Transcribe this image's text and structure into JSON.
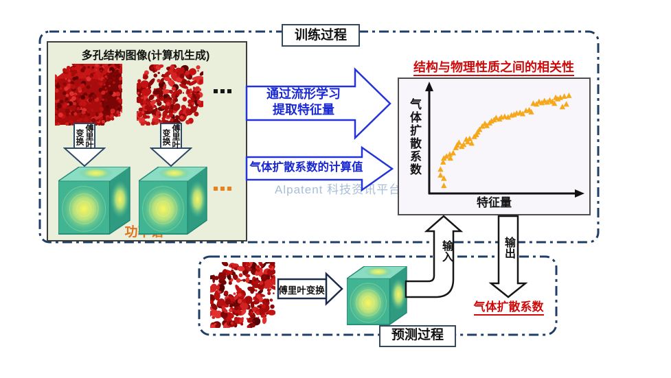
{
  "watermark": "Alpatent 科技资讯平台",
  "training": {
    "process_label": "训练过程",
    "panel_title": "多孔结构图像(计算机生成)",
    "fourier_col_right": "傅里叶",
    "fourier_col_left": "变换",
    "power_spectrum_label": "功率谱",
    "manifold_arrow_line1": "通过流形学习",
    "manifold_arrow_line2": "提取特征量",
    "diffusion_arrow_text": "气体扩散系数的计算值"
  },
  "prediction": {
    "process_label": "预测过程",
    "fourier_arrow_text": "傅里叶变换",
    "input_label": "输入",
    "output_label": "输出",
    "output_value": "气体扩散系数"
  },
  "chart_data": {
    "type": "scatter",
    "title": "结构与物理性质之间的相关性",
    "xlabel": "特征量",
    "ylabel": "气体扩散系数",
    "legend": "none",
    "axes_ticks": "none",
    "grid": false,
    "marker": "triangle-up",
    "marker_color": "#F5A81C",
    "x_range": [
      0,
      1
    ],
    "y_range": [
      0,
      1
    ],
    "trend": "monotonic increase, steep at low x then plateau (log-like)",
    "points": [
      [
        0.091,
        0.075
      ],
      [
        0.068,
        0.175
      ],
      [
        0.091,
        0.144
      ],
      [
        0.068,
        0.231
      ],
      [
        0.086,
        0.3
      ],
      [
        0.091,
        0.338
      ],
      [
        0.109,
        0.356
      ],
      [
        0.132,
        0.375
      ],
      [
        0.136,
        0.338
      ],
      [
        0.155,
        0.388
      ],
      [
        0.173,
        0.438
      ],
      [
        0.182,
        0.463
      ],
      [
        0.195,
        0.488
      ],
      [
        0.214,
        0.45
      ],
      [
        0.227,
        0.469
      ],
      [
        0.245,
        0.519
      ],
      [
        0.255,
        0.494
      ],
      [
        0.268,
        0.525
      ],
      [
        0.282,
        0.481
      ],
      [
        0.3,
        0.544
      ],
      [
        0.314,
        0.563
      ],
      [
        0.323,
        0.588
      ],
      [
        0.336,
        0.613
      ],
      [
        0.355,
        0.644
      ],
      [
        0.373,
        0.669
      ],
      [
        0.386,
        0.65
      ],
      [
        0.405,
        0.675
      ],
      [
        0.418,
        0.694
      ],
      [
        0.436,
        0.706
      ],
      [
        0.45,
        0.725
      ],
      [
        0.473,
        0.713
      ],
      [
        0.486,
        0.731
      ],
      [
        0.509,
        0.738
      ],
      [
        0.532,
        0.731
      ],
      [
        0.555,
        0.75
      ],
      [
        0.573,
        0.756
      ],
      [
        0.591,
        0.769
      ],
      [
        0.614,
        0.775
      ],
      [
        0.632,
        0.763
      ],
      [
        0.655,
        0.794
      ],
      [
        0.677,
        0.8
      ],
      [
        0.691,
        0.781
      ],
      [
        0.705,
        0.863
      ],
      [
        0.727,
        0.856
      ],
      [
        0.745,
        0.881
      ],
      [
        0.764,
        0.869
      ],
      [
        0.782,
        0.888
      ],
      [
        0.8,
        0.875
      ],
      [
        0.818,
        0.894
      ],
      [
        0.836,
        0.881
      ],
      [
        0.85,
        0.863
      ],
      [
        0.859,
        0.919
      ],
      [
        0.873,
        0.906
      ],
      [
        0.891,
        0.919
      ],
      [
        0.905,
        0.831
      ],
      [
        0.918,
        0.931
      ],
      [
        0.932,
        0.856
      ],
      [
        0.95,
        0.938
      ]
    ]
  },
  "colors": {
    "dashed_border": "#1F3E66",
    "arrow_blue": "#2433D9",
    "title_red": "#CF0A0A",
    "label_orange": "#E0731C",
    "panel_green": "#E9EFDA",
    "marker_orange": "#F5A81C"
  }
}
